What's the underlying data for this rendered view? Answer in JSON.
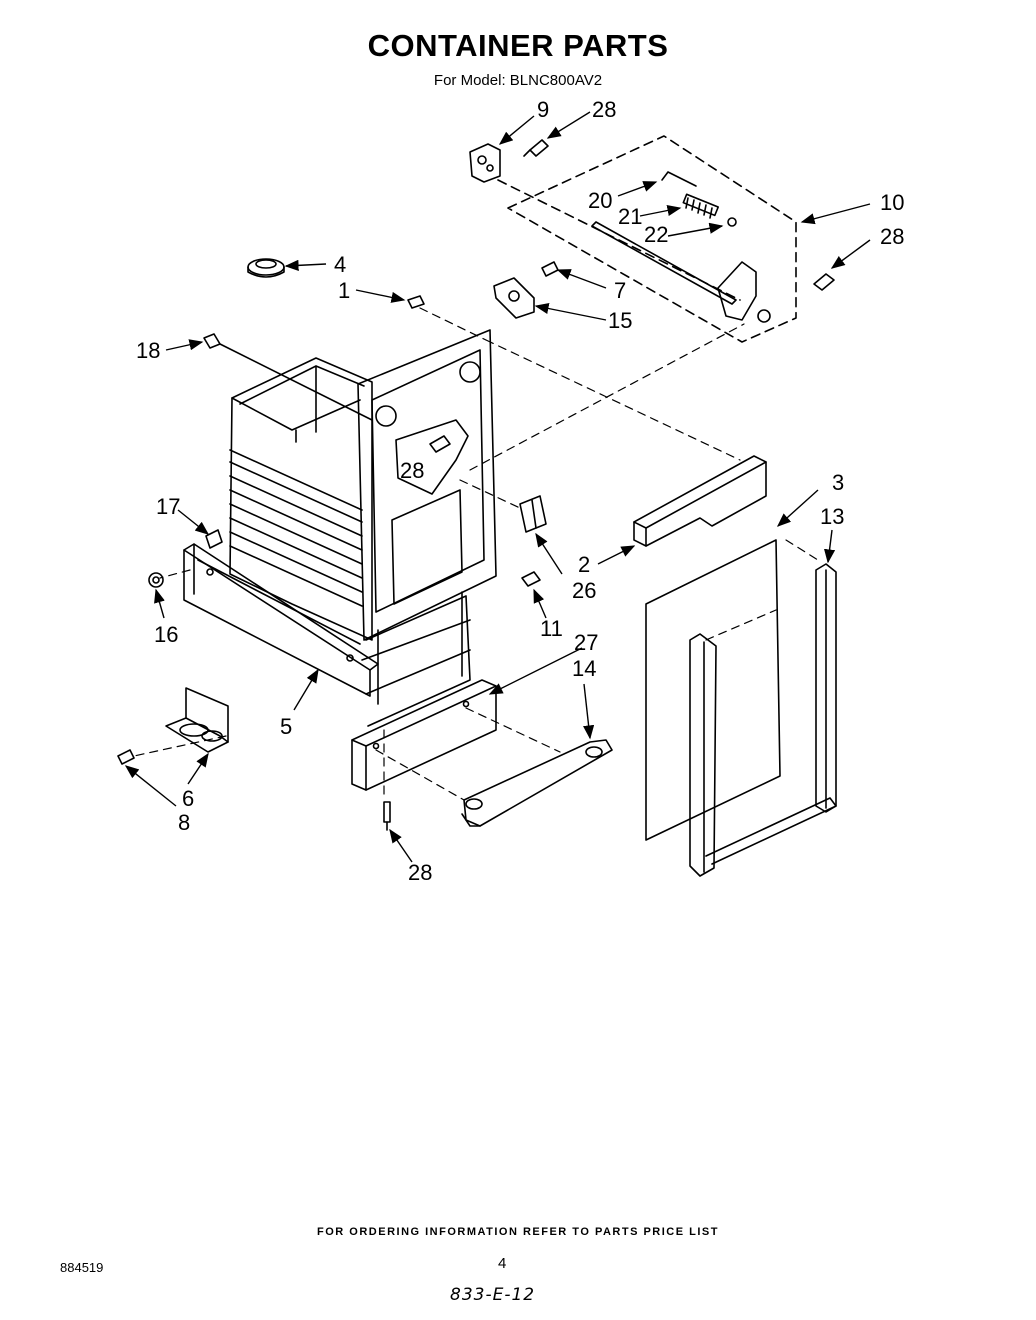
{
  "header": {
    "title": "CONTAINER PARTS",
    "subtitle": "For Model: BLNC800AV2"
  },
  "callouts": {
    "p9": "9",
    "p28a": "28",
    "p20": "20",
    "p21": "21",
    "p22": "22",
    "p10": "10",
    "p28b": "28",
    "p4": "4",
    "p1": "1",
    "p7": "7",
    "p15": "15",
    "p18": "18",
    "p28c": "28",
    "p17": "17",
    "p16": "16",
    "p2": "2",
    "p26": "26",
    "p3": "3",
    "p13": "13",
    "p11": "11",
    "p27": "27",
    "p14": "14",
    "p5": "5",
    "p6": "6",
    "p8": "8",
    "p28d": "28"
  },
  "footer": {
    "ordering_note": "FOR ORDERING INFORMATION REFER TO PARTS PRICE LIST",
    "doc_number": "884519",
    "page_number": "4",
    "handwritten_code": "833-E-12"
  }
}
